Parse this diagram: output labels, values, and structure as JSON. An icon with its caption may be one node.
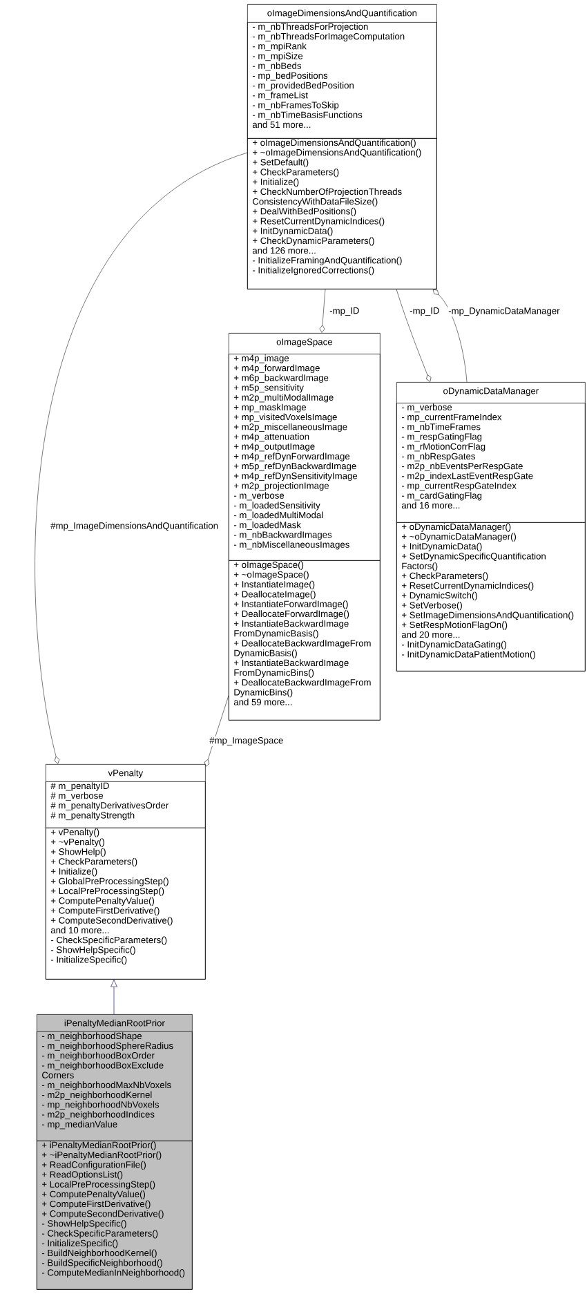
{
  "diagram": {
    "nodes": [
      {
        "text": [
          "oImageDimensionsAndQuantification"
        ]
      },
      {
        "text": [
          "- m_nbThreadsForProjection",
          "- m_nbThreadsForImageComputation",
          "- m_mpiRank",
          "- m_mpiSize",
          "- m_nbBeds",
          "- mp_bedPositions",
          "- m_providedBedPosition",
          "- m_frameList",
          "- m_nbFramesToSkip",
          "- m_nbTimeBasisFunctions",
          "and 51 more..."
        ],
        "in": 0
      },
      {
        "text": [
          "+ oImageDimensionsAndQuantification()",
          "+ ~oImageDimensionsAndQuantification()",
          "+ SetDefault()",
          "+ CheckParameters()",
          "+ Initialize()",
          "+ CheckNumberOfProjectionThreads ConsistencyWithDataFileSize()",
          "+ DealWithBedPositions()",
          "+ ResetCurrentDynamicIndices()",
          "+ InitDynamicData()",
          "+ CheckDynamicParameters()",
          "and 126 more...",
          "- InitializeFramingAndQuantification()",
          "- InitializeIgnoredCorrections()"
        ],
        "in": 0
      },
      {
        "text": [
          "oImageSpace"
        ]
      },
      {
        "text": [
          "+ m4p_image",
          "+ m4p_forwardImage",
          "+ m6p_backwardImage",
          "+ m5p_sensitivity",
          "+ m2p_multiModalImage",
          "+ mp_maskImage",
          "+ mp_visitedVoxelsImage",
          "+ m2p_miscellaneousImage",
          "+ m4p_attenuation",
          "+ m4p_outputImage",
          "+ m4p_refDynForwardImage",
          "+ m5p_refDynBackwardImage",
          "+ m4p_refDynSensitivityImage",
          "+ m2p_projectionImage",
          "- m_verbose",
          "- m_loadedSensitivity",
          "- m_loadedMultiModal",
          "- m_loadedMask",
          "- m_nbBackwardImages",
          "- m_nbMiscellaneousImages"
        ],
        "in": 3
      },
      {
        "text": [
          "+ oImageSpace()",
          "+ ~oImageSpace()",
          "+ InstantiateImage()",
          "+ DeallocateImage()",
          "+ InstantiateForwardImage()",
          "+ DeallocateForwardImage()",
          "+ InstantiateBackwardImage FromDynamicBasis()",
          "+ DeallocateBackwardImageFrom DynamicBasis()",
          "+ InstantiateBackwardImage FromDynamicBins()",
          "+ DeallocateBackwardImageFrom DynamicBins()",
          "and 59 more..."
        ],
        "in": 3
      },
      {
        "text": [
          "oDynamicDataManager"
        ]
      },
      {
        "text": [
          "- m_verbose",
          "- mp_currentFrameIndex",
          "- m_nbTimeFrames",
          "- m_respGatingFlag",
          "- m_rMotionCorrFlag",
          "- m_nbRespGates",
          "- m2p_nbEventsPerRespGate",
          "- m2p_indexLastEventRespGate",
          "- mp_currentRespGateIndex",
          "- m_cardGatingFlag",
          "and 16 more..."
        ],
        "in": 6
      },
      {
        "text": [
          "+ oDynamicDataManager()",
          "+ ~oDynamicDataManager()",
          "+ InitDynamicData()",
          "+ SetDynamicSpecificQuantification Factors()",
          "+ CheckParameters()",
          "+ ResetCurrentDynamicIndices()",
          "+ DynamicSwitch()",
          "+ SetVerbose()",
          "+ SetImageDimensionsAndQuantification()",
          "+ SetRespMotionFlagOn()",
          "and 20 more...",
          "- InitDynamicDataGating()",
          "- InitDynamicDataPatientMotion()"
        ],
        "in": 6
      },
      {
        "text": [
          "vPenalty"
        ]
      },
      {
        "text": [
          "# m_penaltyID",
          "# m_verbose",
          "# m_penaltyDerivativesOrder",
          "# m_penaltyStrength"
        ],
        "in": 9
      },
      {
        "text": [
          "+ vPenalty()",
          "+ ~vPenalty()",
          "+ ShowHelp()",
          "+ CheckParameters()",
          "+ Initialize()",
          "+ GlobalPreProcessingStep()",
          "+ LocalPreProcessingStep()",
          "+ ComputePenaltyValue()",
          "+ ComputeFirstDerivative()",
          "+ ComputeSecondDerivative()",
          "and 10 more...",
          "- CheckSpecificParameters()",
          "- ShowHelpSpecific()",
          "- InitializeSpecific()"
        ],
        "in": 9
      },
      {
        "text": [
          "iPenaltyMedianRootPrior"
        ]
      },
      {
        "text": [
          "- m_neighborhoodShape",
          "- m_neighborhoodSphereRadius",
          "- m_neighborhoodBoxOrder",
          "- m_neighborhoodBoxExclude Corners",
          "- m_neighborhoodMaxNbVoxels",
          "- m2p_neighborhoodKernel",
          "- mp_neighborhoodNbVoxels",
          "- m2p_neighborhoodIndices",
          "- mp_medianValue"
        ],
        "in": 12
      },
      {
        "text": [
          "+ iPenaltyMedianRootPrior()",
          "+ ~iPenaltyMedianRootPrior()",
          "+ ReadConfigurationFile()",
          "+ ReadOptionsList()",
          "+ LocalPreProcessingStep()",
          "+ ComputePenaltyValue()",
          "+ ComputeFirstDerivative()",
          "+ ComputeSecondDerivative()",
          "- ShowHelpSpecific()",
          "- CheckSpecificParameters()",
          "- InitializeSpecific()",
          "- BuildNeighborhoodKernel()",
          "- BuildSpecificNeighborhood()",
          "- ComputeMedianInNeighborhood()"
        ],
        "in": 12
      }
    ],
    "edges": [
      {
        "from": 0,
        "to": 3,
        "arrow": "other",
        "label": "-mp_ID"
      },
      {
        "from": 0,
        "to": 6,
        "arrow": "other",
        "label": "-mp_ID"
      },
      {
        "from": 6,
        "to": 0,
        "arrow": "other",
        "label": "-mp_DynamicDataManager"
      },
      {
        "from": 0,
        "to": 9,
        "arrow": "other",
        "label": "#mp_ImageDimensionsAndQuantification"
      },
      {
        "from": 3,
        "to": 9,
        "arrow": "other",
        "label": "#mp_ImageSpace"
      },
      {
        "from": 12,
        "to": 9,
        "arrow": "to",
        "color": "#191970"
      }
    ]
  }
}
